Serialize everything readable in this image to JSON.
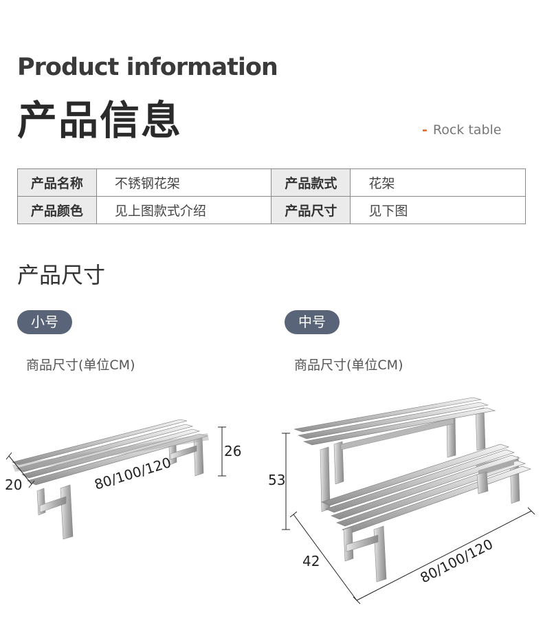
{
  "header": {
    "title_en": "Product information",
    "title_cn": "产品信息",
    "subtitle": "Rock table"
  },
  "info_table": {
    "rows": [
      {
        "label1": "产品名称",
        "value1": "不锈钢花架",
        "label2": "产品款式",
        "value2": "花架"
      },
      {
        "label1": "产品颜色",
        "value1": "见上图款式介绍",
        "label2": "产品尺寸",
        "value2": "见下图"
      }
    ]
  },
  "size_section": {
    "title": "产品尺寸",
    "small": {
      "badge": "小号",
      "unit_label": "商品尺寸(单位CM)",
      "dims": {
        "length": "80/100/120",
        "depth": "20",
        "height": "26"
      }
    },
    "medium": {
      "badge": "中号",
      "unit_label": "商品尺寸(单位CM)",
      "dims": {
        "length": "80/100/120",
        "depth": "42",
        "height": "53"
      }
    }
  },
  "colors": {
    "accent": "#e06a2c",
    "badge": "#5a6478",
    "label_bg": "#ebebeb"
  }
}
